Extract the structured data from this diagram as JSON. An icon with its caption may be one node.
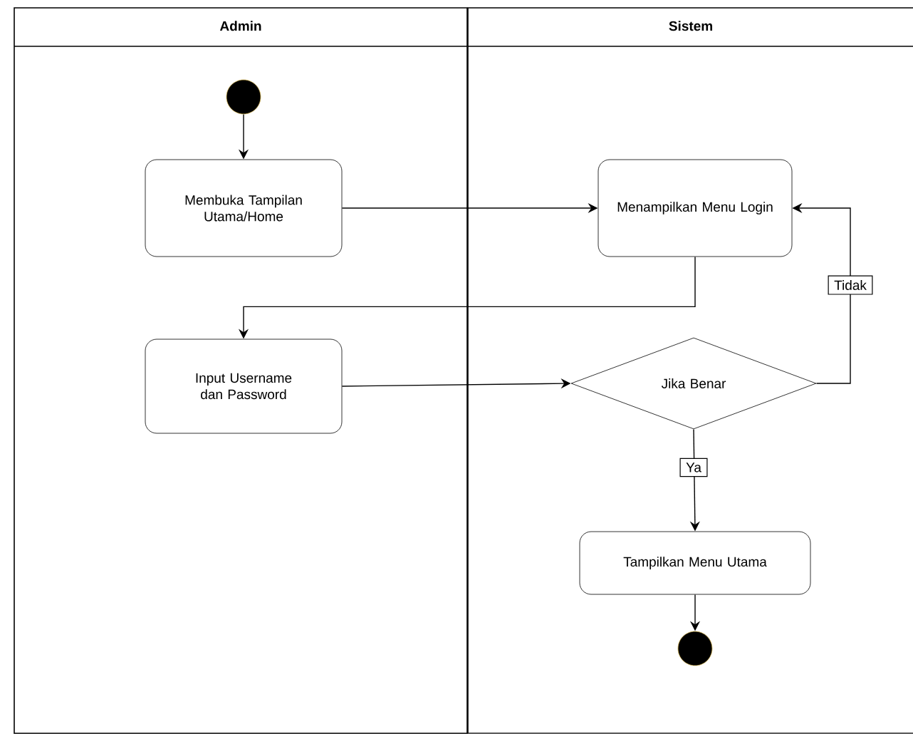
{
  "diagram": {
    "nodes": [
      {
        "text": [
          "Admin"
        ]
      },
      {
        "text": [
          "Sistem"
        ]
      },
      {
        "text": [],
        "shape": "circle",
        "in": 0
      },
      {
        "text": [
          "Membuka Tampilan Utama/Home"
        ],
        "in": 0
      },
      {
        "text": [
          "Input Username dan Password"
        ],
        "in": 0
      },
      {
        "text": [
          "Menampilkan Menu Login"
        ],
        "in": 1
      },
      {
        "text": [
          "Jika Benar"
        ],
        "in": 1
      },
      {
        "text": [
          "Tampilkan Menu Utama"
        ],
        "in": 1
      },
      {
        "text": [],
        "shape": "circle",
        "in": 1
      }
    ],
    "edges": [
      {
        "from": 2,
        "to": 3,
        "arrow": "to"
      },
      {
        "from": 3,
        "to": 5,
        "arrow": "to"
      },
      {
        "from": 5,
        "to": 4,
        "arrow": "to"
      },
      {
        "from": 4,
        "to": 6,
        "arrow": "to"
      },
      {
        "from": 6,
        "to": 5,
        "arrow": "to",
        "label": "Tidak"
      },
      {
        "from": 6,
        "to": 7,
        "arrow": "to",
        "label": "Ya"
      },
      {
        "from": 7,
        "to": 8,
        "arrow": "to"
      }
    ]
  }
}
